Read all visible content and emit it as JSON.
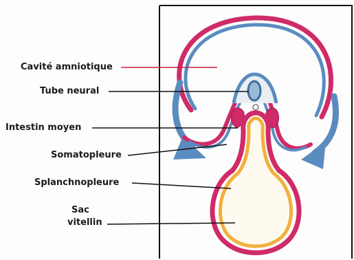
{
  "labels": {
    "amniotic_cavity": "Cavité amniotique",
    "neural_tube": "Tube neural",
    "midgut": "Intestin moyen",
    "somatopleure": "Somatopleure",
    "splanchnopleure": "Splanchnopleure",
    "yolk_sac_line1": "Sac",
    "yolk_sac_line2": "vitellin"
  },
  "colors": {
    "ectoderm": "#5a8cc0",
    "mesoderm": "#cf2b68",
    "endoderm": "#f2b03c",
    "leader_line": "#111111",
    "amniotic_leader": "#c8223f",
    "frame": "#111111"
  }
}
